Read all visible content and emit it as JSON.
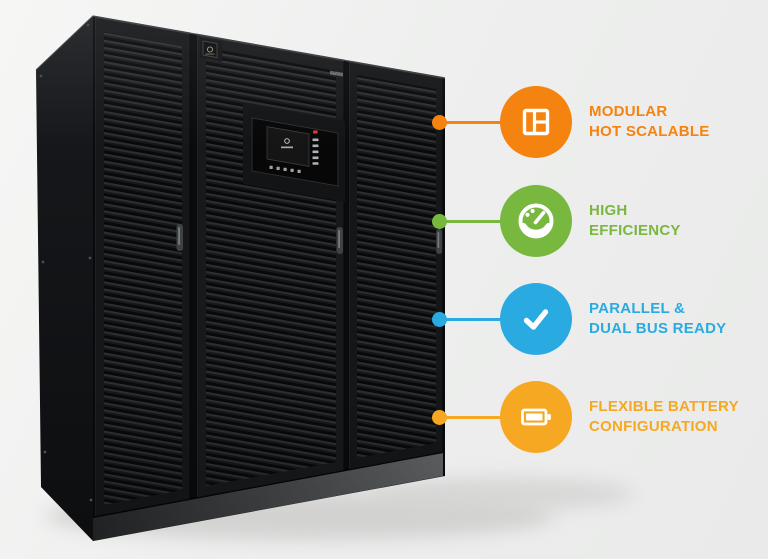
{
  "scene": {
    "background_top": "#f6f6f5",
    "background_bottom": "#e9eae9",
    "product": {
      "kind": "three-bay UPS cabinet photo",
      "status_led_color": "#e0392e"
    }
  },
  "features": [
    {
      "id": "modular",
      "icon": "modular-panels-icon",
      "color": "#F5830F",
      "label_line1": "MODULAR",
      "label_line2": "HOT SCALABLE"
    },
    {
      "id": "efficiency",
      "icon": "efficiency-gauge-icon",
      "color": "#79B83E",
      "label_line1": "HIGH",
      "label_line2": "EFFICIENCY"
    },
    {
      "id": "parallel",
      "icon": "checkmark-icon",
      "color": "#29ABE2",
      "label_line1": "PARALLEL &",
      "label_line2": "DUAL BUS READY"
    },
    {
      "id": "battery",
      "icon": "battery-icon",
      "color": "#F7A823",
      "label_line1": "FLEXIBLE BATTERY",
      "label_line2": "CONFIGURATION"
    }
  ]
}
